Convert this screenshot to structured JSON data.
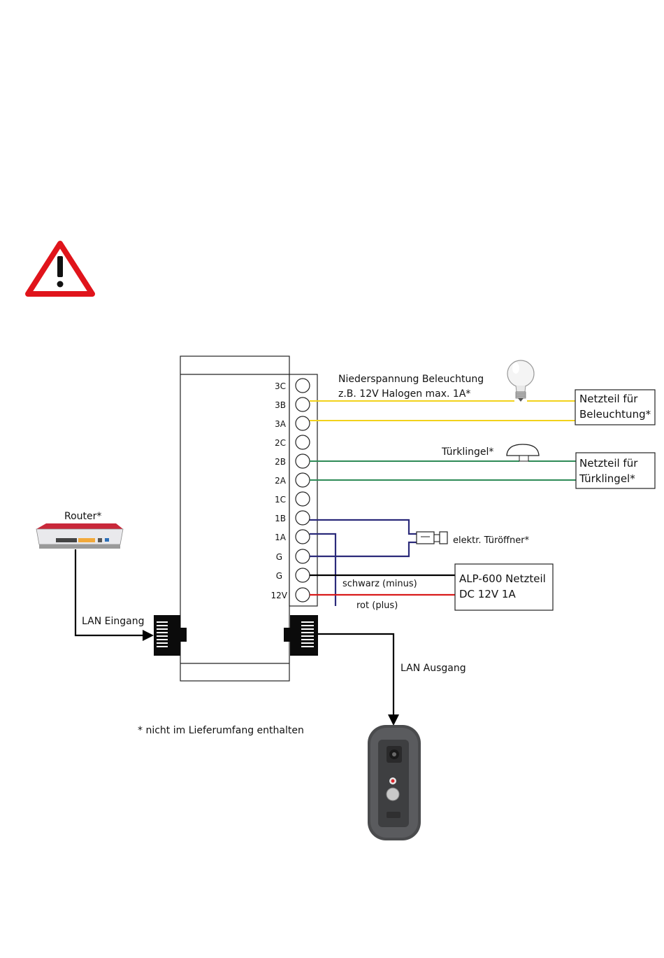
{
  "terminals": [
    "3C",
    "3B",
    "3A",
    "2C",
    "2B",
    "2A",
    "1C",
    "1B",
    "1A",
    "G",
    "G",
    "12V"
  ],
  "labels": {
    "lighting_line1": "Niederspannung Beleuchtung",
    "lighting_line2": "z.B. 12V Halogen max. 1A*",
    "psu_lighting_line1": "Netzteil für",
    "psu_lighting_line2": "Beleuchtung*",
    "doorbell": "Türklingel*",
    "psu_doorbell_line1": "Netzteil für",
    "psu_doorbell_line2": "Türklingel*",
    "door_opener": "elektr. Türöffner*",
    "black_minus": "schwarz (minus)",
    "red_plus": "rot (plus)",
    "psu_main_line1": "ALP-600 Netzteil",
    "psu_main_line2": "DC 12V 1A",
    "router": "Router*",
    "lan_in": "LAN Eingang",
    "lan_out": "LAN Ausgang",
    "footnote": "* nicht im Lieferumfang enthalten"
  },
  "colors": {
    "lighting_wire": "#f2d21b",
    "doorbell_wire": "#2e8b57",
    "opener_wire": "#2b2a7a",
    "minus_wire": "#000000",
    "plus_wire": "#d91a1a",
    "warning_red": "#e0141b"
  }
}
